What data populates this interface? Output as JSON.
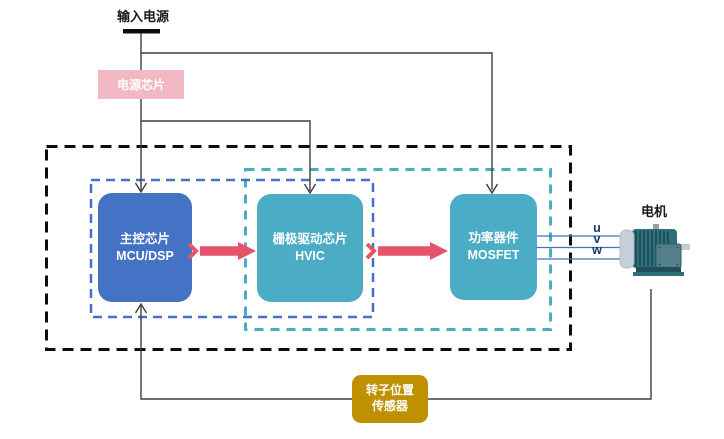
{
  "diagram": {
    "input_power_label": "输入电源",
    "power_chip_label": "电源芯片",
    "blocks": {
      "mcu": {
        "line1": "主控芯片",
        "line2": "MCU/DSP"
      },
      "hvic": {
        "line1": "栅极驱动芯片",
        "line2": "HVIC"
      },
      "mosfet": {
        "line1": "功率器件",
        "line2": "MOSFET"
      }
    },
    "rotor_sensor": {
      "line1": "转子位置",
      "line2": "传感器"
    },
    "motor_label": "电机",
    "phases": [
      "u",
      "v",
      "w"
    ],
    "colors": {
      "mcu_blue": "#4472C4",
      "driver_teal": "#4BACC6",
      "power_chip_pink": "#F2B9C5",
      "sensor_gold": "#BF9000",
      "arrow_red": "#E5546A",
      "connector_gray": "#3F3F3F",
      "phase_line_blue": "#4472C4",
      "phase_text_navy": "#17375E",
      "frame_black": "#0D0D0D"
    }
  }
}
